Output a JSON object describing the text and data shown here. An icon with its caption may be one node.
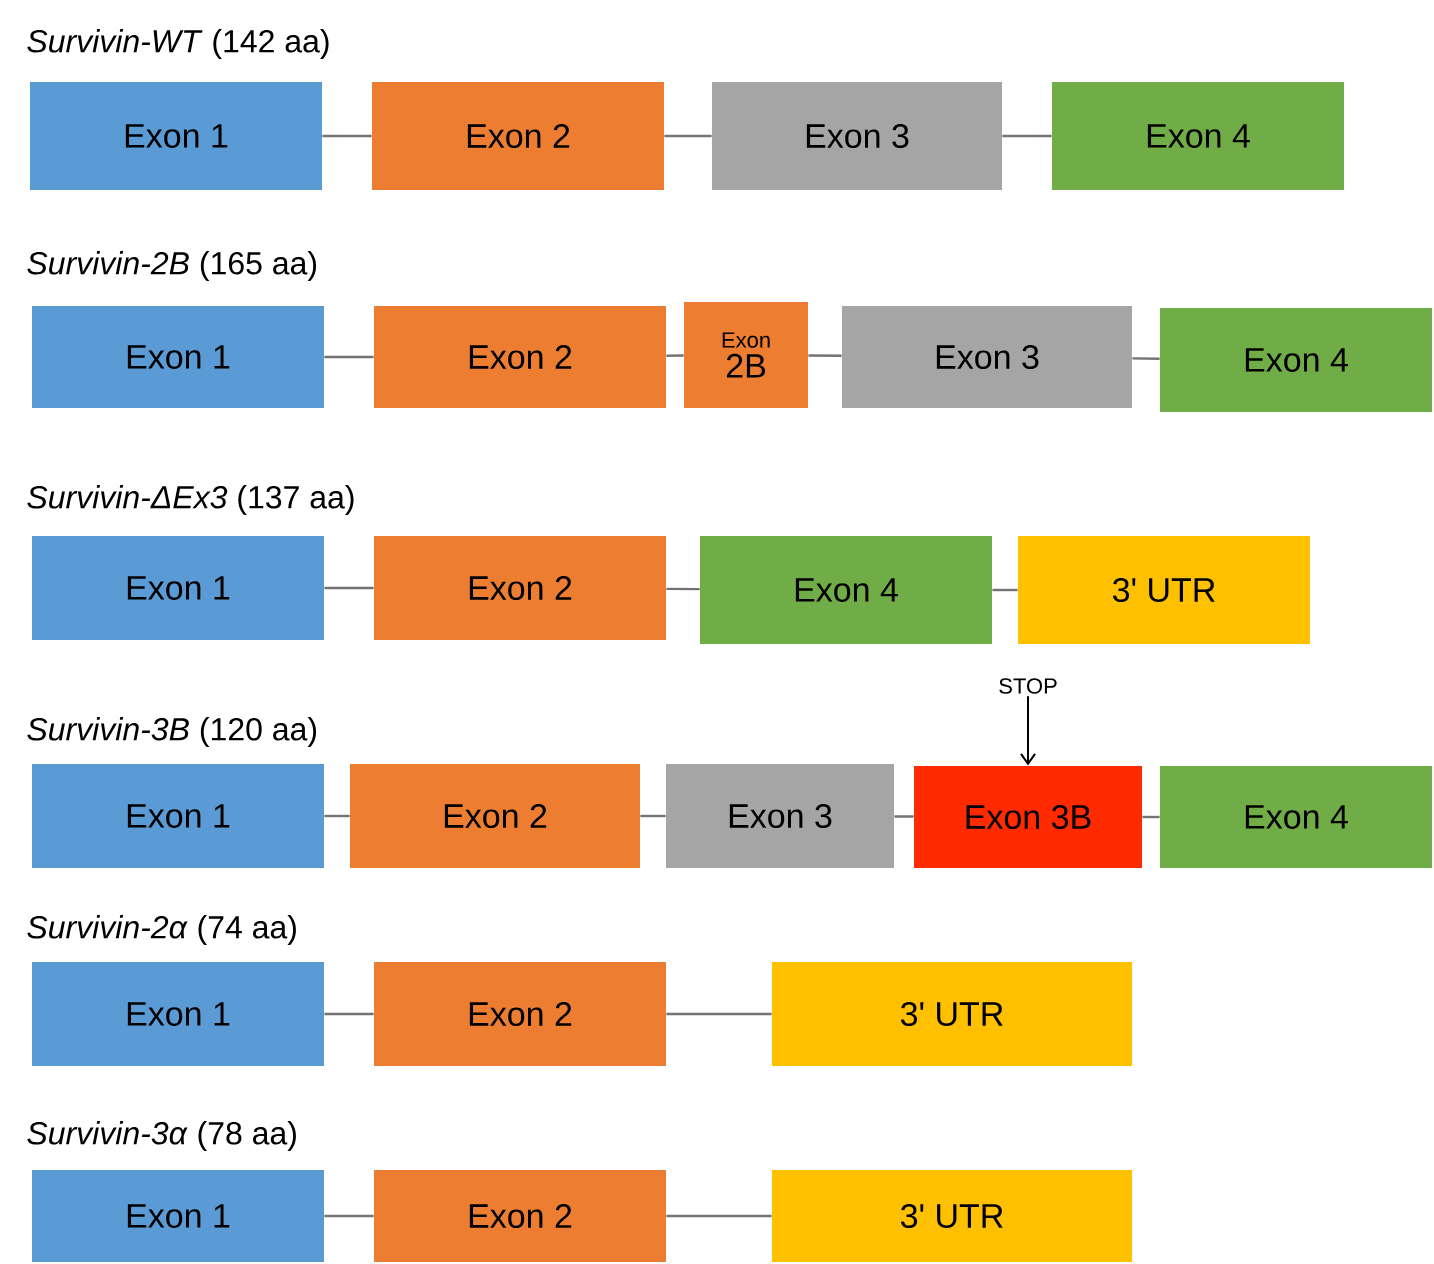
{
  "diagram": {
    "nodes": [
      {
        "text": [
          "Exon 1"
        ]
      },
      {
        "text": [
          "Exon 2"
        ]
      },
      {
        "text": [
          "Exon 3"
        ]
      },
      {
        "text": [
          "Exon 4"
        ]
      },
      {
        "text": [
          "Exon 1"
        ]
      },
      {
        "text": [
          "Exon 2"
        ]
      },
      {
        "text": [
          "Exon",
          "2B"
        ]
      },
      {
        "text": [
          "Exon 3"
        ]
      },
      {
        "text": [
          "Exon 4"
        ]
      },
      {
        "text": [
          "Exon 1"
        ]
      },
      {
        "text": [
          "Exon 2"
        ]
      },
      {
        "text": [
          "Exon 4"
        ]
      },
      {
        "text": [
          "3' UTR"
        ]
      },
      {
        "text": [
          "STOP"
        ]
      },
      {
        "text": [
          "Exon 1"
        ]
      },
      {
        "text": [
          "Exon 2"
        ]
      },
      {
        "text": [
          "Exon 3"
        ]
      },
      {
        "text": [
          "Exon 3B"
        ]
      },
      {
        "text": [
          "Exon 4"
        ]
      },
      {
        "text": [
          "Exon 1"
        ]
      },
      {
        "text": [
          "Exon 2"
        ]
      },
      {
        "text": [
          "3' UTR"
        ]
      },
      {
        "text": [
          "Exon 1"
        ]
      },
      {
        "text": [
          "Exon 2"
        ]
      },
      {
        "text": [
          "3' UTR"
        ]
      }
    ],
    "edges": [
      {
        "from": 0,
        "to": 1,
        "arrow": "none"
      },
      {
        "from": 1,
        "to": 2,
        "arrow": "none"
      },
      {
        "from": 2,
        "to": 3,
        "arrow": "none"
      },
      {
        "from": 4,
        "to": 5,
        "arrow": "none"
      },
      {
        "from": 5,
        "to": 6,
        "arrow": "none"
      },
      {
        "from": 6,
        "to": 7,
        "arrow": "none"
      },
      {
        "from": 7,
        "to": 8,
        "arrow": "none"
      },
      {
        "from": 9,
        "to": 10,
        "arrow": "none"
      },
      {
        "from": 10,
        "to": 11,
        "arrow": "none"
      },
      {
        "from": 11,
        "to": 12,
        "arrow": "none"
      },
      {
        "from": 13,
        "to": 17,
        "arrow": "to",
        "color": "#000000"
      },
      {
        "from": 14,
        "to": 15,
        "arrow": "none"
      },
      {
        "from": 15,
        "to": 16,
        "arrow": "none"
      },
      {
        "from": 16,
        "to": 17,
        "arrow": "none"
      },
      {
        "from": 17,
        "to": 18,
        "arrow": "none"
      },
      {
        "from": 19,
        "to": 20,
        "arrow": "none"
      },
      {
        "from": 20,
        "to": 21,
        "arrow": "none"
      },
      {
        "from": 22,
        "to": 23,
        "arrow": "none"
      },
      {
        "from": 23,
        "to": 24,
        "arrow": "none"
      }
    ],
    "labels": [
      "*Survivin-WT* (142 aa)",
      "*Survivin-2B* (165 aa)",
      "*Survivin-ΔEx3* (137 aa)",
      "*Survivin-3B* (120 aa)",
      "*Survivin-2α* (74 aa)",
      "*Survivin-3α* (78 aa)"
    ]
  }
}
